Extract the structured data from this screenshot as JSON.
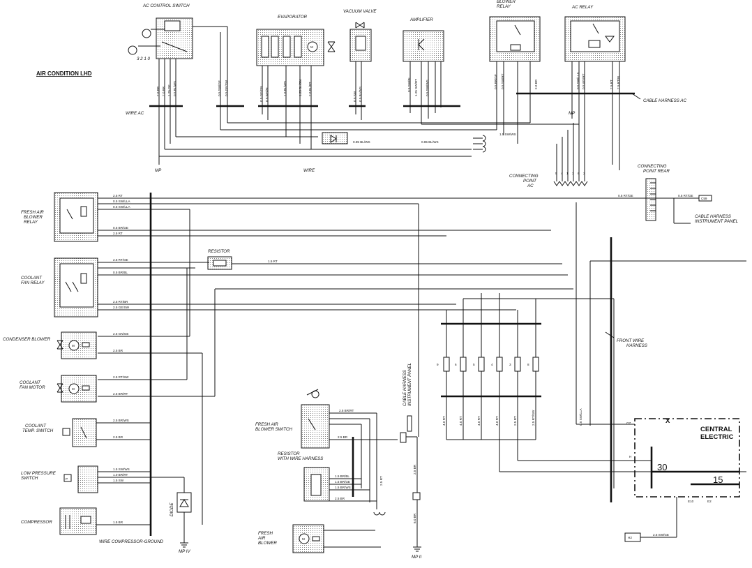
{
  "title": "AIR CONDITION LHD",
  "labels": {
    "ac_control_switch": "AC CONTROL SWITCH",
    "evaporator": "EVAPORATOR",
    "vacuum_valve": "VACUUM VALVE",
    "amplifier": "AMPLIFIER",
    "blower_relay": "BLOWER\nRELAY",
    "ac_relay": "AC RELAY",
    "cable_harness_ac": "CABLE HARNESS AC",
    "wire_ac": "WIRE AC",
    "wire": "WIRE",
    "mp": "MP",
    "connecting_point_ac": "CONNECTING\nPOINT\nAC",
    "connecting_point_rear": "CONNECTING\nPOINT REAR",
    "cable_harness_instrument_panel": "CABLE HARNESS\nINSTRUMENT PANEL",
    "fresh_air_blower_relay": "FRESH AIR\nBLOWER\nRELAY",
    "resistor": "RESISTOR",
    "coolant_fan_relay": "COOLANT\nFAN RELAY",
    "condenser_blower": "CONDENSER BLOWER",
    "front_wire_harness": "FRONT WIRE\nHARNESS",
    "coolant_fan_motor": "COOLANT\nFAN MOTOR",
    "coolant_temp_switch": "COOLANT\nTEMP. SWITCH",
    "low_pressure_switch": "LOW PRESSURE\nSWITCH",
    "compressor": "COMPRESSOR",
    "diode": "DIODE",
    "wire_compressor_ground": "WIRE COMPRESSOR-GROUND",
    "mp_iv": "MP IV",
    "fresh_air_blower_switch": "FRESH AIR\nBLOWER SWITCH",
    "resistor_with_wire_harness": "RESISTOR\nWITH WIRE HARNESS",
    "fresh_air_blower": "FRESH\nAIR\nBLOWER",
    "cable_harness_instrument_panel_v": "CABLE HARNESS\nINSTRUMENT PANEL",
    "mp_ii": "MP II",
    "central_electric": "CENTRAL\nELECTRIC",
    "x": "X",
    "t30": "30",
    "t15": "15",
    "g7": "G7",
    "h": "H",
    "e10": "E10",
    "e2": "E2",
    "h2": "H2",
    "c59": "C59",
    "switch_positions": "3 2 1 0",
    "fuse_numbers": [
      "9",
      "6",
      "5",
      "4",
      "3",
      "8"
    ],
    "connecting_point_ac_pins": [
      "5",
      "4",
      "1",
      "3",
      "6",
      "2"
    ]
  },
  "wires_top": [
    "2.0 BR",
    "2.0 BR",
    "1.25 GE",
    "0.5 BL/WS",
    "0.5 SW/GE",
    "0.5 GE/SW",
    "0.5 GE/GN",
    "0.5 WS/BL",
    "1.0 BL/WS",
    "1.25 BL/GN",
    "2.0 BL/RT",
    "0.5 SW",
    "0.5 BL/WS",
    "0.5 SW/BL",
    "1.25 SW/RT",
    "0.5 SW/WS",
    "0.5 BR/GE",
    "0.5 SW/RT",
    "2.0 BR",
    "0.5 SW/LLA",
    "0.5 WS/RT",
    "2.5 RT",
    "2.5 RT/BL"
  ],
  "wires_mid": [
    "1.5 SW/WS",
    "0.85 BL/WS",
    "0.85 BL/WS",
    "0.5 RT/GE",
    "0.5 RT/GE"
  ],
  "wires_left": [
    "2.5 RT",
    "0.5 SW/LLA",
    "0.5 SW/LLA",
    "0.5 BR/GE",
    "2.5 RT",
    "1.5 RT",
    "2.5 RT/GE",
    "0.5 BR/BL",
    "2.5 RT/BR",
    "2.5 GE/SW",
    "2.5 GN/GE",
    "2.5 BR",
    "2.5 RT/SW",
    "2.5 BR/RT",
    "2.5 BR/WS",
    "2.5 BR",
    "1.5 SW/WS",
    "1.0 BR/RT",
    "1.5 SW",
    "1.5 BR"
  ],
  "wires_bottom": [
    "2.5 BR/RT",
    "2.5 BR",
    "1.5 BR/BL",
    "1.5 BR/GE",
    "1.5 BR/WS",
    "2.5 BR",
    "2.5 RT",
    "2.5 BR",
    "6.0 BR",
    "4.0 RT",
    "4.0 RT",
    "4.0 RT",
    "4.0 RT",
    "2.5 RT",
    "0.5 SW/LLA",
    "2.5 SW/GE",
    "2.5 RT/SW"
  ]
}
